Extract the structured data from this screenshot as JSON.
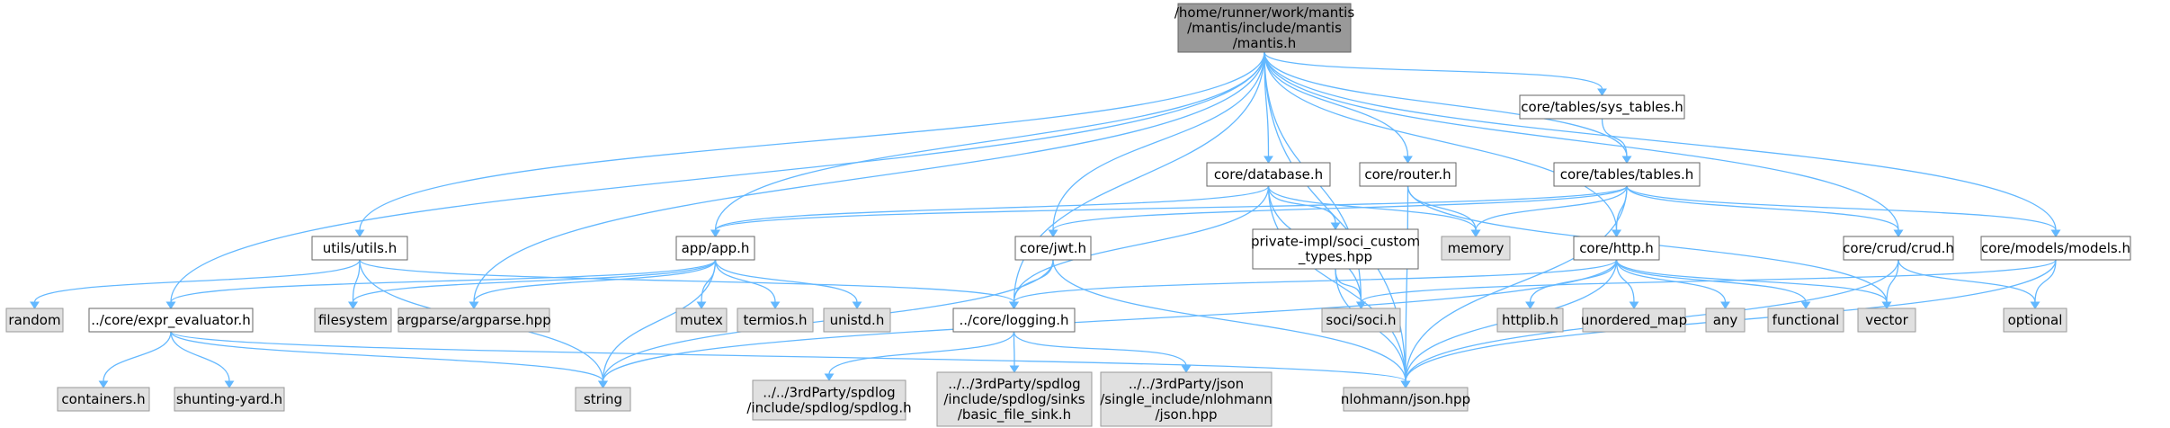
{
  "colors": {
    "edge": "#63b8ff",
    "root_fill": "#999999",
    "local_fill": "#ffffff",
    "system_fill": "#e0e0e0",
    "border": "#666666",
    "system_border": "#999999"
  },
  "nodes": [
    {
      "id": "root",
      "kind": "root",
      "lines": [
        "/home/runner/work/mantis",
        "/mantis/include/mantis",
        "/mantis.h"
      ]
    },
    {
      "id": "sys_tables",
      "kind": "local",
      "lines": [
        "core/tables/sys_tables.h"
      ]
    },
    {
      "id": "database",
      "kind": "local",
      "lines": [
        "core/database.h"
      ]
    },
    {
      "id": "router",
      "kind": "local",
      "lines": [
        "core/router.h"
      ]
    },
    {
      "id": "tables",
      "kind": "local",
      "lines": [
        "core/tables/tables.h"
      ]
    },
    {
      "id": "utils",
      "kind": "local",
      "lines": [
        "utils/utils.h"
      ]
    },
    {
      "id": "app",
      "kind": "local",
      "lines": [
        "app/app.h"
      ]
    },
    {
      "id": "jwt",
      "kind": "local",
      "lines": [
        "core/jwt.h"
      ]
    },
    {
      "id": "soci_custom",
      "kind": "local",
      "lines": [
        "private-impl/soci_custom",
        "_types.hpp"
      ]
    },
    {
      "id": "memory",
      "kind": "system",
      "lines": [
        "memory"
      ]
    },
    {
      "id": "http",
      "kind": "local",
      "lines": [
        "core/http.h"
      ]
    },
    {
      "id": "crud",
      "kind": "local",
      "lines": [
        "core/crud/crud.h"
      ]
    },
    {
      "id": "models",
      "kind": "local",
      "lines": [
        "core/models/models.h"
      ]
    },
    {
      "id": "random",
      "kind": "system",
      "lines": [
        "random"
      ]
    },
    {
      "id": "expr",
      "kind": "local",
      "lines": [
        "../core/expr_evaluator.h"
      ]
    },
    {
      "id": "filesystem",
      "kind": "system",
      "lines": [
        "filesystem"
      ]
    },
    {
      "id": "argparse",
      "kind": "system",
      "lines": [
        "argparse/argparse.hpp"
      ]
    },
    {
      "id": "mutex",
      "kind": "system",
      "lines": [
        "mutex"
      ]
    },
    {
      "id": "termios",
      "kind": "system",
      "lines": [
        "termios.h"
      ]
    },
    {
      "id": "unistd",
      "kind": "system",
      "lines": [
        "unistd.h"
      ]
    },
    {
      "id": "logging",
      "kind": "local",
      "lines": [
        "../core/logging.h"
      ]
    },
    {
      "id": "soci",
      "kind": "system",
      "lines": [
        "soci/soci.h"
      ]
    },
    {
      "id": "httplib",
      "kind": "system",
      "lines": [
        "httplib.h"
      ]
    },
    {
      "id": "unordered_map",
      "kind": "system",
      "lines": [
        "unordered_map"
      ]
    },
    {
      "id": "any",
      "kind": "system",
      "lines": [
        "any"
      ]
    },
    {
      "id": "functional",
      "kind": "system",
      "lines": [
        "functional"
      ]
    },
    {
      "id": "vector",
      "kind": "system",
      "lines": [
        "vector"
      ]
    },
    {
      "id": "optional",
      "kind": "system",
      "lines": [
        "optional"
      ]
    },
    {
      "id": "containers",
      "kind": "system",
      "lines": [
        "containers.h"
      ]
    },
    {
      "id": "shunting",
      "kind": "system",
      "lines": [
        "shunting-yard.h"
      ]
    },
    {
      "id": "string",
      "kind": "system",
      "lines": [
        "string"
      ]
    },
    {
      "id": "spdlog",
      "kind": "system",
      "lines": [
        "../../3rdParty/spdlog",
        "/include/spdlog/spdlog.h"
      ]
    },
    {
      "id": "basic_file_sink",
      "kind": "system",
      "lines": [
        "../../3rdParty/spdlog",
        "/include/spdlog/sinks",
        "/basic_file_sink.h"
      ]
    },
    {
      "id": "json_single",
      "kind": "system",
      "lines": [
        "../../3rdParty/json",
        "/single_include/nlohmann",
        "/json.hpp"
      ]
    },
    {
      "id": "nlohmann",
      "kind": "system",
      "lines": [
        "nlohmann/json.hpp"
      ]
    }
  ],
  "edges": [
    [
      "root",
      "sys_tables"
    ],
    [
      "root",
      "database"
    ],
    [
      "root",
      "router"
    ],
    [
      "root",
      "tables"
    ],
    [
      "root",
      "utils"
    ],
    [
      "root",
      "app"
    ],
    [
      "root",
      "jwt"
    ],
    [
      "root",
      "http"
    ],
    [
      "root",
      "crud"
    ],
    [
      "root",
      "models"
    ],
    [
      "root",
      "expr"
    ],
    [
      "root",
      "argparse"
    ],
    [
      "root",
      "logging"
    ],
    [
      "root",
      "soci"
    ],
    [
      "root",
      "nlohmann"
    ],
    [
      "sys_tables",
      "tables"
    ],
    [
      "database",
      "app"
    ],
    [
      "database",
      "logging"
    ],
    [
      "database",
      "soci_custom"
    ],
    [
      "database",
      "memory"
    ],
    [
      "database",
      "soci"
    ],
    [
      "database",
      "nlohmann"
    ],
    [
      "router",
      "memory"
    ],
    [
      "router",
      "nlohmann"
    ],
    [
      "router",
      "vector"
    ],
    [
      "tables",
      "app"
    ],
    [
      "tables",
      "jwt"
    ],
    [
      "tables",
      "memory"
    ],
    [
      "tables",
      "http"
    ],
    [
      "tables",
      "crud"
    ],
    [
      "tables",
      "models"
    ],
    [
      "tables",
      "nlohmann"
    ],
    [
      "utils",
      "random"
    ],
    [
      "utils",
      "filesystem"
    ],
    [
      "utils",
      "logging"
    ],
    [
      "utils",
      "string"
    ],
    [
      "app",
      "expr"
    ],
    [
      "app",
      "filesystem"
    ],
    [
      "app",
      "argparse"
    ],
    [
      "app",
      "mutex"
    ],
    [
      "app",
      "termios"
    ],
    [
      "app",
      "unistd"
    ],
    [
      "app",
      "string"
    ],
    [
      "jwt",
      "logging"
    ],
    [
      "jwt",
      "string"
    ],
    [
      "jwt",
      "nlohmann"
    ],
    [
      "soci_custom",
      "soci"
    ],
    [
      "soci_custom",
      "nlohmann"
    ],
    [
      "http",
      "logging"
    ],
    [
      "http",
      "httplib"
    ],
    [
      "http",
      "unordered_map"
    ],
    [
      "http",
      "any"
    ],
    [
      "http",
      "functional"
    ],
    [
      "http",
      "vector"
    ],
    [
      "http",
      "string"
    ],
    [
      "http",
      "nlohmann"
    ],
    [
      "crud",
      "vector"
    ],
    [
      "crud",
      "optional"
    ],
    [
      "crud",
      "nlohmann"
    ],
    [
      "models",
      "soci"
    ],
    [
      "models",
      "optional"
    ],
    [
      "models",
      "nlohmann"
    ],
    [
      "expr",
      "containers"
    ],
    [
      "expr",
      "shunting"
    ],
    [
      "expr",
      "string"
    ],
    [
      "expr",
      "nlohmann"
    ],
    [
      "logging",
      "spdlog"
    ],
    [
      "logging",
      "basic_file_sink"
    ],
    [
      "logging",
      "json_single"
    ]
  ]
}
